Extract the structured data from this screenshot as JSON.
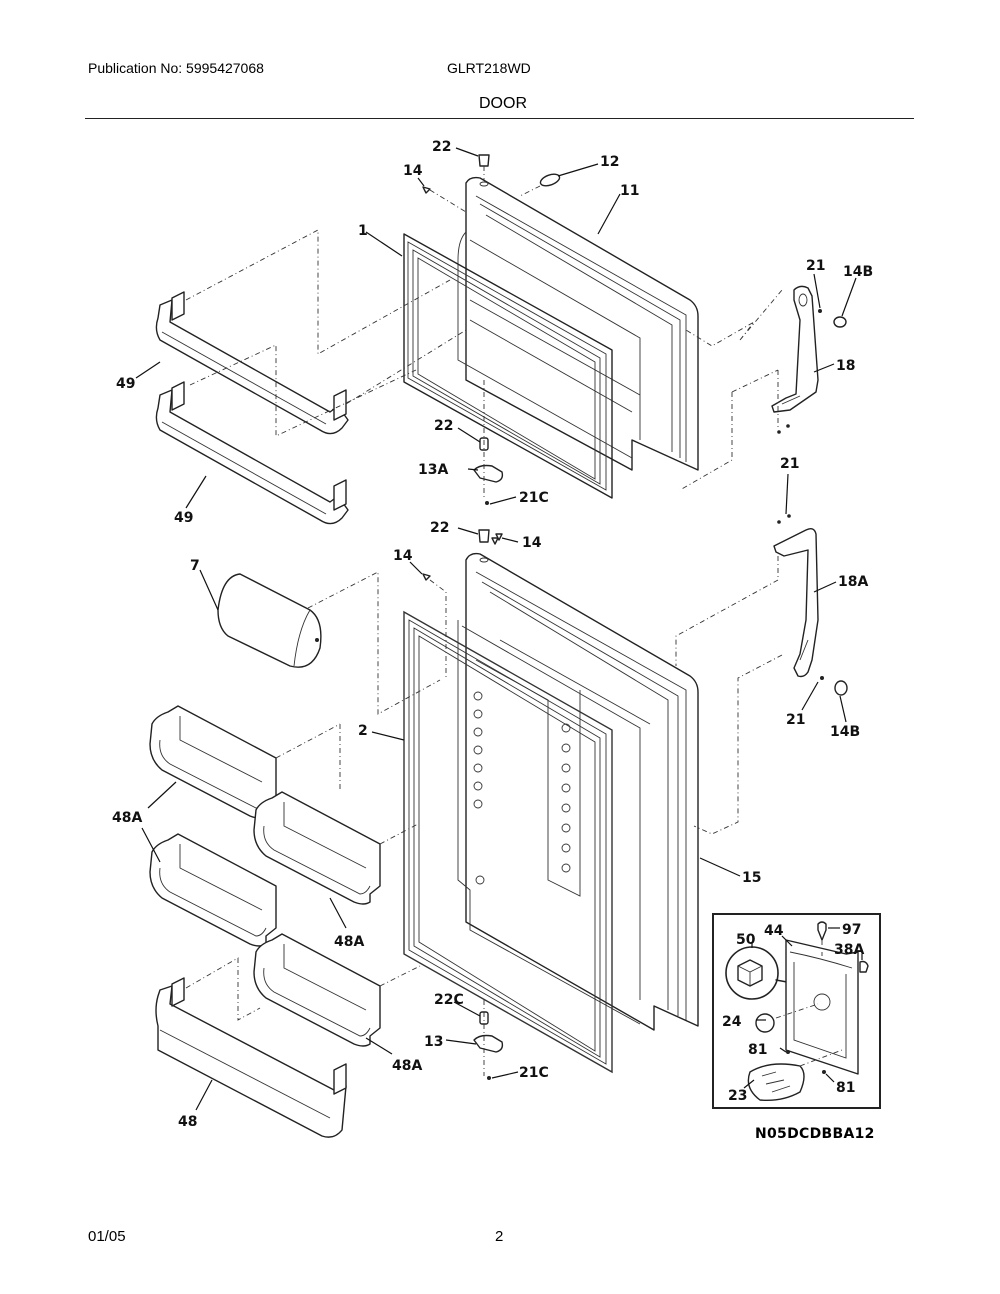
{
  "header": {
    "publication": "Publication No: 5995427068",
    "model": "GLRT218WD",
    "section_title": "DOOR"
  },
  "footer": {
    "date": "01/05",
    "page_number": "2"
  },
  "diagram": {
    "drawing_code": "N05DCDBBA12",
    "callouts": {
      "c22_top": "22",
      "c12": "12",
      "c14_top": "14",
      "c11": "11",
      "c1": "1",
      "c21_handle_top": "21",
      "c14B_top": "14B",
      "c18": "18",
      "c49_upper": "49",
      "c49_lower": "49",
      "c22_mid": "22",
      "c13A": "13A",
      "c21C_upper": "21C",
      "c21_mid": "21",
      "c22_lower": "22",
      "c14_lower_right": "14",
      "c14_lower_left": "14",
      "c7": "7",
      "c18A": "18A",
      "c21_handle_bottom": "21",
      "c14B_bottom": "14B",
      "c2": "2",
      "c48A_1": "48A",
      "c48A_2": "48A",
      "c48A_3": "48A",
      "c15": "15",
      "c22C": "22C",
      "c13": "13",
      "c21C_lower": "21C",
      "c48": "48",
      "c50": "50",
      "c44": "44",
      "c97": "97",
      "c38A": "38A",
      "c24": "24",
      "c81_left": "81",
      "c81_right": "81",
      "c23": "23"
    }
  }
}
